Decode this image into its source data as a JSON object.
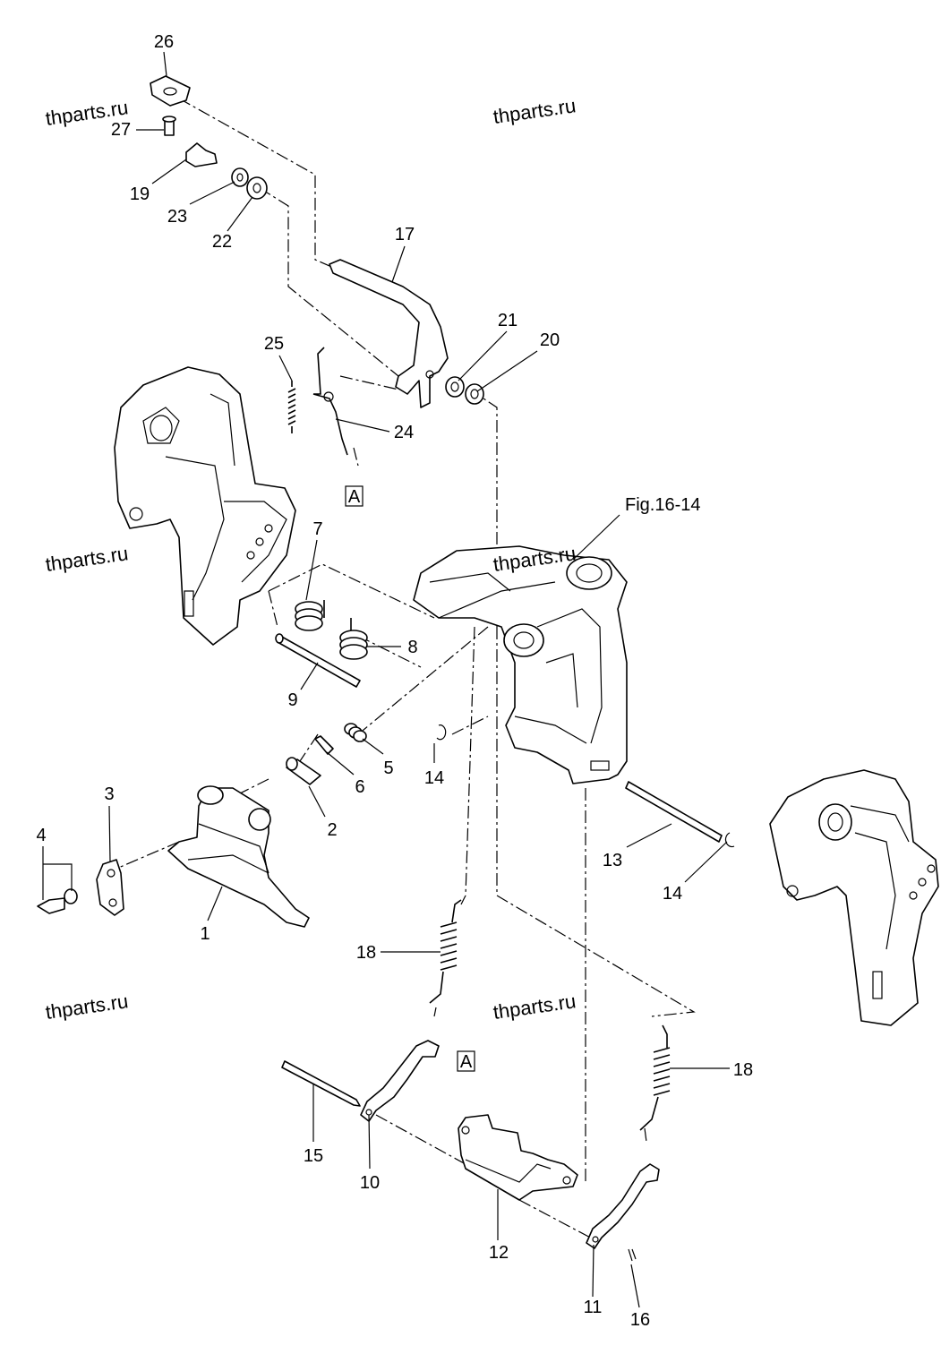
{
  "figure_ref": "Fig.16-14",
  "ref_marker": "A",
  "watermarks": [
    "thparts.ru",
    "thparts.ru",
    "thparts.ru",
    "thparts.ru",
    "thparts.ru",
    "thparts.ru"
  ],
  "callouts": [
    "26",
    "27",
    "19",
    "23",
    "22",
    "17",
    "21",
    "20",
    "25",
    "24",
    "7",
    "8",
    "9",
    "6",
    "5",
    "14",
    "2",
    "3",
    "4",
    "1",
    "13",
    "14",
    "18",
    "18",
    "15",
    "10",
    "12",
    "11",
    "16"
  ]
}
